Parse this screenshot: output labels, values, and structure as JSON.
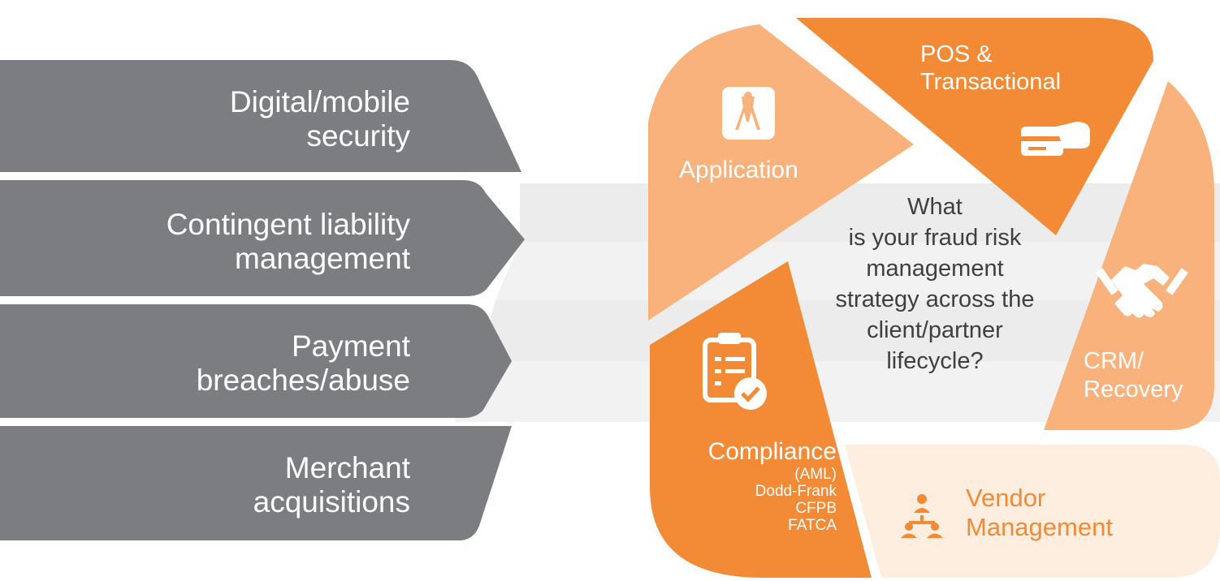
{
  "left_items": [
    {
      "line1": "Digital/mobile",
      "line2": "security"
    },
    {
      "line1": "Contingent liability",
      "line2": "management"
    },
    {
      "line1": "Payment",
      "line2": "breaches/abuse"
    },
    {
      "line1": "Merchant",
      "line2": "acquisitions"
    }
  ],
  "center_question": [
    "What",
    "is your fraud risk",
    "management",
    "strategy across the",
    "client/partner",
    "lifecycle?"
  ],
  "segments": {
    "application": {
      "label": "Application"
    },
    "pos": {
      "line1": "POS &",
      "line2": "Transactional"
    },
    "crm": {
      "line1": "CRM/",
      "line2": "Recovery"
    },
    "vendor": {
      "line1": "Vendor",
      "line2": "Management"
    },
    "compliance": {
      "label": "Compliance",
      "sub": [
        "(AML)",
        "Dodd-Frank",
        "CFPB",
        "FATCA"
      ]
    }
  },
  "colors": {
    "gray_dark": "#7c7d80",
    "gray_light": "#ececec",
    "orange_dark": "#f28a36",
    "orange_light": "#f9b27b",
    "peach": "#fdeee0",
    "center_text": "#3f3f3f"
  },
  "icons": {
    "application": "document-person-icon",
    "pos": "credit-card-icon",
    "crm": "handshake-icon",
    "compliance": "checklist-icon",
    "vendor": "org-chart-icon"
  }
}
